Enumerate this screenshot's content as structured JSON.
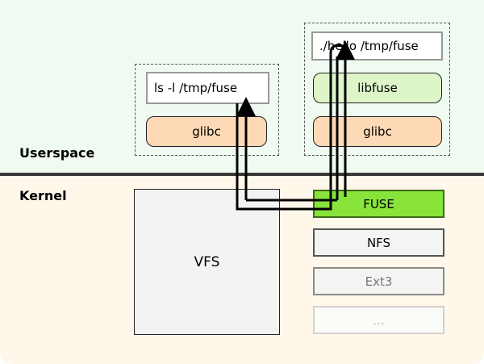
{
  "regions": {
    "userspace": "Userspace",
    "kernel": "Kernel"
  },
  "left_process": {
    "command": "ls -l /tmp/fuse",
    "lib": "glibc"
  },
  "right_process": {
    "command": "./hello /tmp/fuse",
    "lib_top": "libfuse",
    "lib_bottom": "glibc"
  },
  "kernel": {
    "vfs": "VFS",
    "filesystems": [
      "FUSE",
      "NFS",
      "Ext3",
      "..."
    ]
  },
  "colors": {
    "userspace_bg": "#effaf0",
    "kernel_bg": "#fff8ea",
    "glibc": "#fdd9b5",
    "libfuse": "#ddf5c8",
    "fuse": "#88e33a"
  }
}
